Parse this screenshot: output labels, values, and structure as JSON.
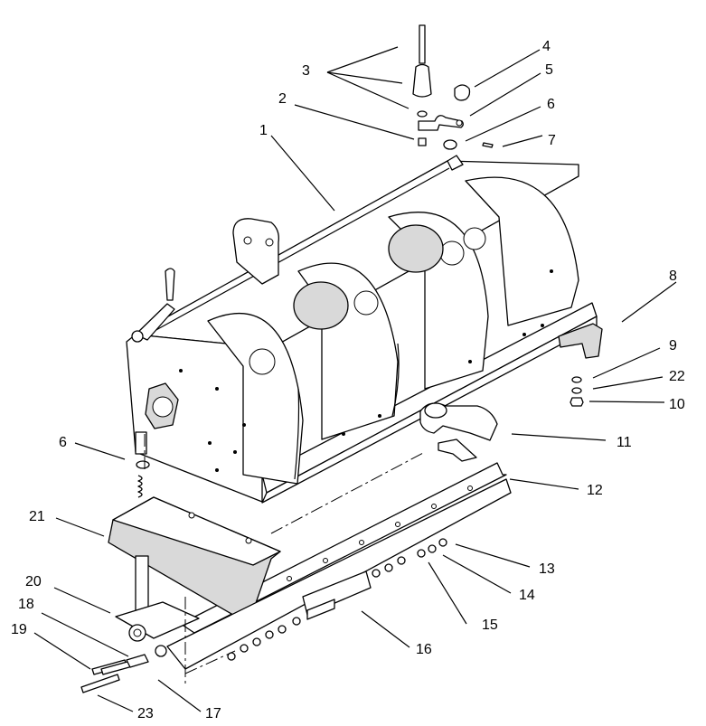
{
  "callouts": [
    "1",
    "2",
    "3",
    "4",
    "5",
    "6",
    "7",
    "8",
    "9",
    "22",
    "10",
    "6",
    "11",
    "12",
    "13",
    "14",
    "15",
    "16",
    "21",
    "20",
    "18",
    "19",
    "23",
    "17"
  ]
}
